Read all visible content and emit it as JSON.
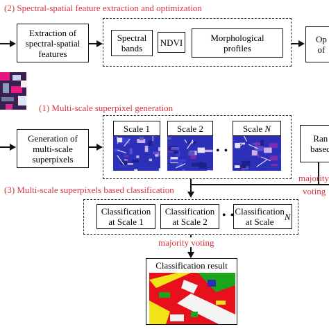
{
  "sections": {
    "s2_title": "(2) Spectral-spatial feature extraction and optimization",
    "s1_title": "(1) Multi-scale superpixel generation",
    "s3_title": "(3) Multi-scale superpixels based classification"
  },
  "boxes": {
    "extraction": "Extraction of\nspectral-spatial\nfeatures",
    "spectral_bands": "Spectral\nbands",
    "ndvi": "NDVI",
    "morphological": "Morphological\nprofiles",
    "optim_partial": "Op\nof",
    "generation": "Generation of\nmulti-scale\nsuperpixels",
    "scale_1": "Scale 1",
    "scale_2": "Scale 2",
    "scale_n": "Scale N",
    "random_partial": "Ran\nbased",
    "class_1": "Classification\nat Scale 1",
    "class_2": "Classification\nat Scale 2",
    "class_n": "Classification\nat Scale N",
    "result": "Classification result"
  },
  "labels": {
    "dots": "• • •",
    "majority_right": "majority",
    "voting_right": "voting",
    "majority_voting": "majority voting"
  },
  "colors": {
    "section_title": "#d8363f",
    "superpixel_blue": "#2c2fb8",
    "class_red": "#e8101c",
    "class_green": "#1aa51a",
    "class_yellow": "#f2e318"
  }
}
